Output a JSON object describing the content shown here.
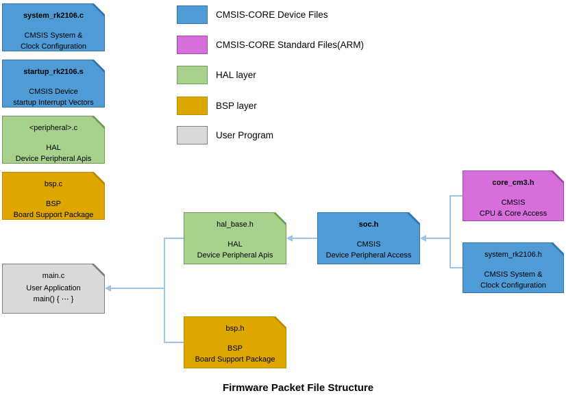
{
  "caption": "Firmware Packet File Structure",
  "colors": {
    "blue_fill": "#4F9BD5",
    "blue_border": "#2E75B6",
    "purple_fill": "#D66EDC",
    "purple_border": "#9E4AA5",
    "green_fill": "#A9D18E",
    "green_border": "#6E9E50",
    "gold_fill": "#DDA700",
    "gold_border": "#BC8C00",
    "gray_fill": "#D9D9D9",
    "gray_border": "#7F7F7F",
    "connector": "#9DC3E6",
    "text": "#000000",
    "background": "#FFFFFF"
  },
  "legend": {
    "items": [
      {
        "label": "CMSIS-CORE Device Files",
        "color": "blue"
      },
      {
        "label": "CMSIS-CORE Standard Files(ARM)",
        "color": "purple"
      },
      {
        "label": "HAL layer",
        "color": "green"
      },
      {
        "label": "BSP layer",
        "color": "gold"
      },
      {
        "label": "User Program",
        "color": "gray"
      }
    ]
  },
  "nodes": {
    "system_rk2106_c": {
      "title": "system_rk2106.c",
      "line1": "CMSIS System &",
      "line2": "Clock Configuration"
    },
    "startup_rk2106_s": {
      "title": "startup_rk2106.s",
      "line1": "CMSIS Device",
      "line2": "startup Interrupt Vectors"
    },
    "peripheral_c": {
      "title": "<peripheral>.c",
      "line1": "HAL",
      "line2": "Device Peripheral Apis"
    },
    "bsp_c": {
      "title": "bsp.c",
      "line1": "BSP",
      "line2": "Board Support Package"
    },
    "main_c": {
      "title": "main.c",
      "line1": "User Application",
      "line2": "main() { ⋯ }"
    },
    "hal_base_h": {
      "title": "hal_base.h",
      "line1": "HAL",
      "line2": "Device Peripheral Apis"
    },
    "soc_h": {
      "title": "soc.h",
      "line1": "CMSIS",
      "line2": "Device Peripheral Access"
    },
    "bsp_h": {
      "title": "bsp.h",
      "line1": "BSP",
      "line2": "Board Support Package"
    },
    "core_cm3_h": {
      "title": "core_cm3.h",
      "line1": "CMSIS",
      "line2": "CPU & Core Access"
    },
    "system_rk2106_h": {
      "title": "system_rk2106.h",
      "line1": "CMSIS System &",
      "line2": "Clock Configuration"
    }
  }
}
